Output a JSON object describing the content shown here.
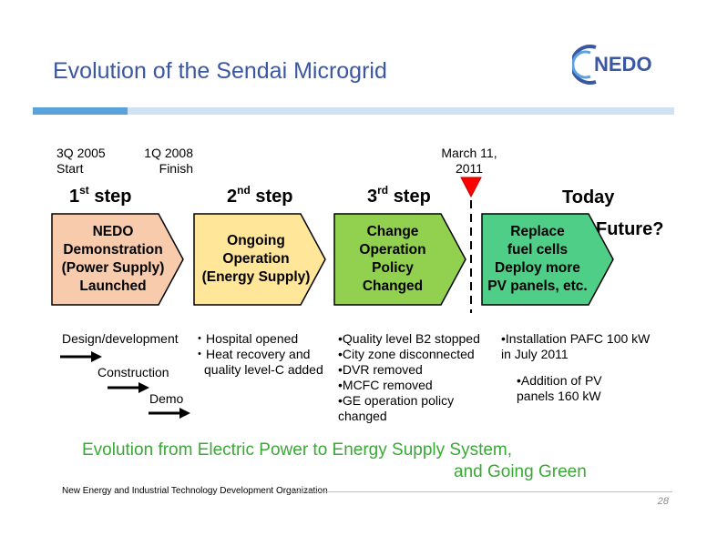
{
  "title": "Evolution of the Sendai Microgrid",
  "logo_text": "NEDO",
  "timeline": {
    "start_date": "3Q 2005",
    "start_label": "Start",
    "finish_date": "1Q 2008",
    "finish_label": "Finish",
    "event_date": "March 11,",
    "event_year": "2011"
  },
  "steps": [
    {
      "num": "1",
      "sup": "st",
      "word": "step",
      "box": [
        "NEDO",
        "Demonstration",
        "(Power Supply)",
        "Launched"
      ]
    },
    {
      "num": "2",
      "sup": "nd",
      "word": "step",
      "box": [
        "Ongoing",
        "Operation",
        "(Energy Supply)"
      ]
    },
    {
      "num": "3",
      "sup": "rd",
      "word": "step",
      "box": [
        "Change",
        "Operation",
        "Policy",
        "Changed"
      ]
    },
    {
      "label": "Today",
      "box": [
        "Replace",
        "fuel cells",
        "Deploy more",
        "PV panels, etc."
      ]
    }
  ],
  "future_label": "Future?",
  "phases": {
    "design": "Design/development",
    "construction": "Construction",
    "demo": "Demo"
  },
  "step2_bullets": [
    "・Hospital opened",
    "・Heat recovery and",
    "quality level-C added"
  ],
  "step3_bullets": [
    "•Quality level B2 stopped",
    "•City zone disconnected",
    "•DVR removed",
    "•MCFC removed",
    "•GE operation policy",
    "changed"
  ],
  "today_bullets": [
    "•Installation PAFC 100 kW",
    "in July 2011"
  ],
  "today_bullets2": [
    "•Addition of PV",
    "panels 160 kW"
  ],
  "tagline_line1": "Evolution from Electric Power to Energy Supply System,",
  "tagline_line2": "and Going Green",
  "footer": "New Energy and Industrial Technology Development Organization",
  "page_number": "28",
  "colors": {
    "title": "#3a57a3",
    "step1_fill": "#f8cbad",
    "step2_fill": "#ffe699",
    "step3_fill": "#92d050",
    "today_fill": "#4fce88",
    "marker": "#ff0000",
    "tagline": "#39a935"
  }
}
